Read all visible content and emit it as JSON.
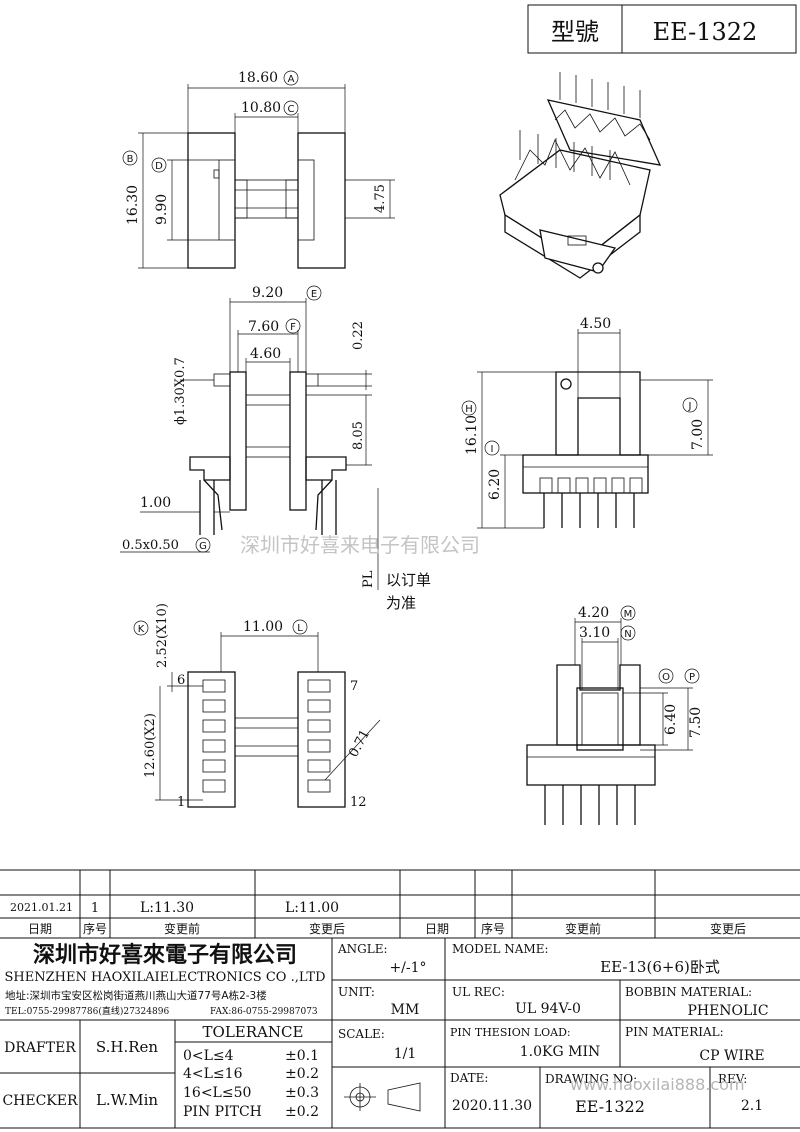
{
  "title_block": {
    "model_label": "型號",
    "model_value": "EE-1322"
  },
  "dims": {
    "A": "18.60",
    "C": "10.80",
    "B": "16.30",
    "D": "9.90",
    "h475": "4.75",
    "E": "9.20",
    "F": "7.60",
    "g460": "4.60",
    "v022": "0.22",
    "v805": "8.05",
    "phi": "ϕ1.30X0.7",
    "d100": "1.00",
    "G": "0.5x0.50",
    "w450": "4.50",
    "H": "16.10",
    "I": "6.20",
    "J": "7.00",
    "L": "11.00",
    "K": "2.52(X10)",
    "p1260": "12.60(X2)",
    "d071": "0.71",
    "M": "4.20",
    "N": "3.10",
    "O": "6.40",
    "P": "7.50",
    "pin6": "6",
    "pin7": "7",
    "pin1": "1",
    "pin12": "12",
    "circ": {
      "A": "A",
      "B": "B",
      "C": "C",
      "D": "D",
      "E": "E",
      "F": "F",
      "G": "G",
      "H": "H",
      "I": "I",
      "J": "J",
      "K": "K",
      "L": "L",
      "M": "M",
      "N": "N",
      "O": "O",
      "P": "P"
    }
  },
  "notes": {
    "pl": "PL",
    "order1": "以订单",
    "order2": "为准",
    "watermark": "深圳市好喜来电子有限公司"
  },
  "revision": {
    "row": {
      "date": "2021.01.21",
      "no": "1",
      "before": "L:11.30",
      "after": "L:11.00"
    },
    "headers": [
      "日期",
      "序号",
      "变更前",
      "变更后",
      "日期",
      "序号",
      "变更前",
      "变更后"
    ]
  },
  "company": {
    "name_cn": "深圳市好喜來電子有限公司",
    "name_en": "SHENZHEN HAOXILAIELECTRONICS CO .,LTD",
    "address": "地址:深圳市宝安区松岗街道燕川燕山大道77号A栋2-3楼",
    "tel": "TEL:0755-29987786(直线)27324896",
    "fax": "FAX:86-0755-29987073"
  },
  "fields": {
    "angle_label": "ANGLE:",
    "angle_value": "+/-1°",
    "unit_label": "UNIT:",
    "unit_value": "MM",
    "scale_label": "SCALE:",
    "scale_value": "1/1",
    "model_name_label": "MODEL NAME:",
    "model_name_value": "EE-13(6+6)卧式",
    "ul_label": "UL REC:",
    "ul_value": "UL 94V-0",
    "bobbin_label": "BOBBIN MATERIAL:",
    "bobbin_value": "PHENOLIC",
    "load_label": "PIN THESION LOAD:",
    "load_value": "1.0KG MIN",
    "pinmat_label": "PIN MATERIAL:",
    "pinmat_value": "CP  WIRE",
    "date_label": "DATE:",
    "date_value": "2020.11.30",
    "drawing_label": "DRAWING NO:",
    "drawing_value": "EE-1322",
    "rev_label": "REV:",
    "rev_value": "2.1",
    "website": "www.haoxilai888.com"
  },
  "people": {
    "drafter_label": "DRAFTER",
    "drafter_value": "S.H.Ren",
    "checker_label": "CHECKER",
    "checker_value": "L.W.Min"
  },
  "tolerance": {
    "title": "TOLERANCE",
    "rows": [
      {
        "range": "0<L≤4",
        "value": "±0.1"
      },
      {
        "range": "4<L≤16",
        "value": "±0.2"
      },
      {
        "range": "16<L≤50",
        "value": "±0.3"
      },
      {
        "range": "PIN PITCH",
        "value": "±0.2"
      }
    ]
  }
}
